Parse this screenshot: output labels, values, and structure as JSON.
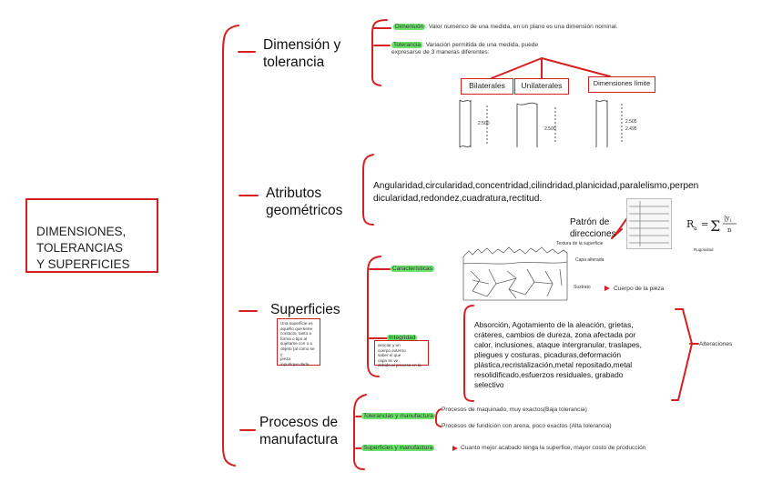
{
  "central": {
    "label": "DIMENSIONES,\nTOLERANCIAS\nY SUPERFICIES"
  },
  "branches": {
    "dimension": {
      "title": "Dimensión y\ntolerancia",
      "dimension_term": "Dimensión",
      "dimension_text": ": Valor numérico de una medida, en un plano es una dimensión nominal.",
      "tolerancia_term": "Tolerancia",
      "tolerancia_text": ": Variación permitida de una medida, puede\nexpresarse de 3 maneras diferentes:",
      "types": [
        "Bilaterales",
        "Unilaterales",
        "Dimensiones límite"
      ],
      "dim_labels": [
        "2.500",
        "2.500",
        "2.505\n2.495"
      ]
    },
    "atributos": {
      "title": "Atributos\ngeométricos",
      "list": "Angularidad,circularidad,concentridad,cilindridad,planicidad,paralelismo,perpen\ndicularidad,redondez,cuadratura,rectitud.",
      "patron": "Patrón de\ndirecciones",
      "formula_label": "Rugosidad"
    },
    "superficies": {
      "title": "Superficies",
      "caracteristicas": "Características",
      "integridad": "Integridad",
      "textura_label": "Textura de la superficie",
      "capa_label": "Capa alterada",
      "sustrato_label": "Sustrato",
      "cuerpo_label": "Cuerpo de la pieza",
      "note_left": "Una superficie es\naquello que tiene\ncontacto, tanto a\nforma o tipo al\nsujetarse con o a\nobjeto (al como se y\npieza\ninpudique dada.",
      "note_integridad": "asociar y un\ncuerpo externo\nsaber el que\ncapa se ve\ndebido al proceso en la",
      "alteraciones_text": "Absorción, Agotamiento de la aleación, grietas,\ncráteres, cambios de dureza, zona afectada por\ncalor, inclusiones, ataque intergranular, traslapes,\npliegues y costuras, picaduras,deformación\nplástica,recristalización,metal repositado,metal\nresolidificado,esfuerzos residuales, grabado\nselectivo",
      "alteraciones_label": "Alteraciones"
    },
    "procesos": {
      "title": "Procesos de\nmanufactura",
      "tol_manu": "Tolerancias y manufactura",
      "proc1": "Procesos de maquinado, muy exactos(Baja tolerancia)",
      "proc2": "Procesos de fundición con arena, poco exactos (Alta tolerancia)",
      "sup_manu": "Superficies y manufactura",
      "sup_text": "Cuanto mejor acabado tenga la superfice, mayor costo de producción"
    }
  },
  "colors": {
    "connector": "#d62020",
    "highlight": "#6be36b",
    "text": "#222222"
  }
}
